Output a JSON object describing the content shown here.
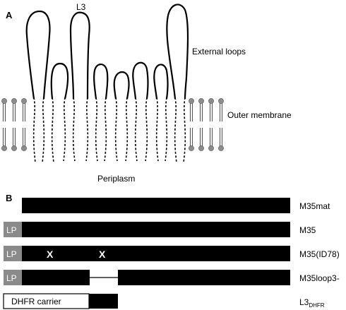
{
  "panel_a": {
    "label": "A",
    "loop_label": "L3",
    "external_loops_label": "External loops",
    "outer_membrane_label": "Outer membrane",
    "periplasm_label": "Periplasm"
  },
  "panel_b": {
    "label": "B",
    "constructs": [
      {
        "name": "M35mat"
      },
      {
        "name": "M35",
        "signal": "LP"
      },
      {
        "name": "M35(ID78)",
        "signal": "LP",
        "mark1": "X",
        "mark2": "X"
      },
      {
        "name": "M35loop3-",
        "signal": "LP"
      },
      {
        "name": "L3",
        "subscript": "DHFR",
        "carrier": "DHFR carrier"
      }
    ]
  },
  "colors": {
    "bar": "#000000",
    "signal_peptide": "#8a8a8a",
    "lipid_head": "#8c8c8c"
  }
}
